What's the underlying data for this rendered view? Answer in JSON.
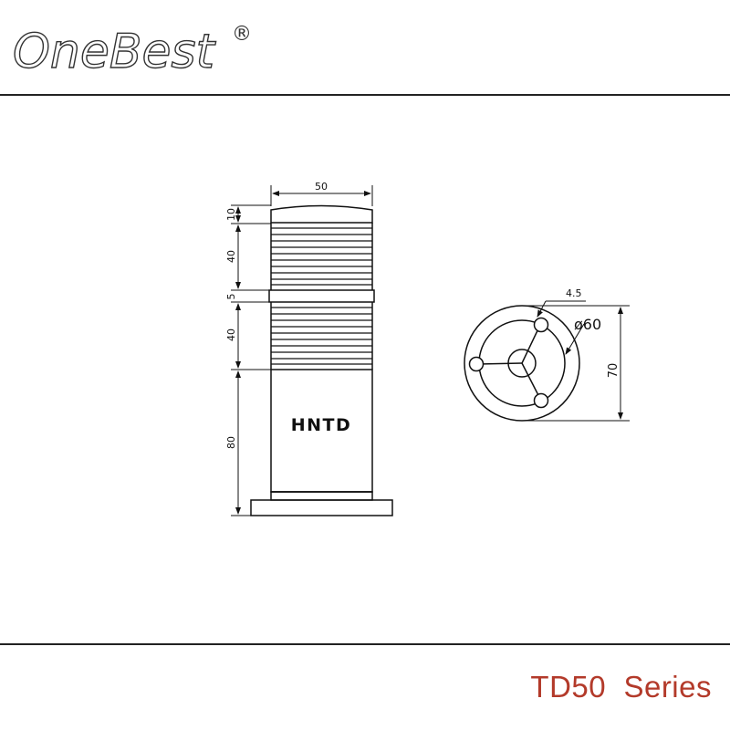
{
  "brand": {
    "name": "OneBest",
    "registered_mark": "®"
  },
  "drawing": {
    "side_view": {
      "width_label": "50",
      "height_labels": [
        "10",
        "40",
        "5",
        "40",
        "80"
      ],
      "body_label": "HNTD"
    },
    "bottom_view": {
      "hole_label": "4.5",
      "diameter_label": "ø60",
      "height_label": "70"
    }
  },
  "footer": {
    "series_label": "TD50  Series"
  },
  "colors": {
    "series_text": "#b33a2a",
    "line": "#111111"
  }
}
